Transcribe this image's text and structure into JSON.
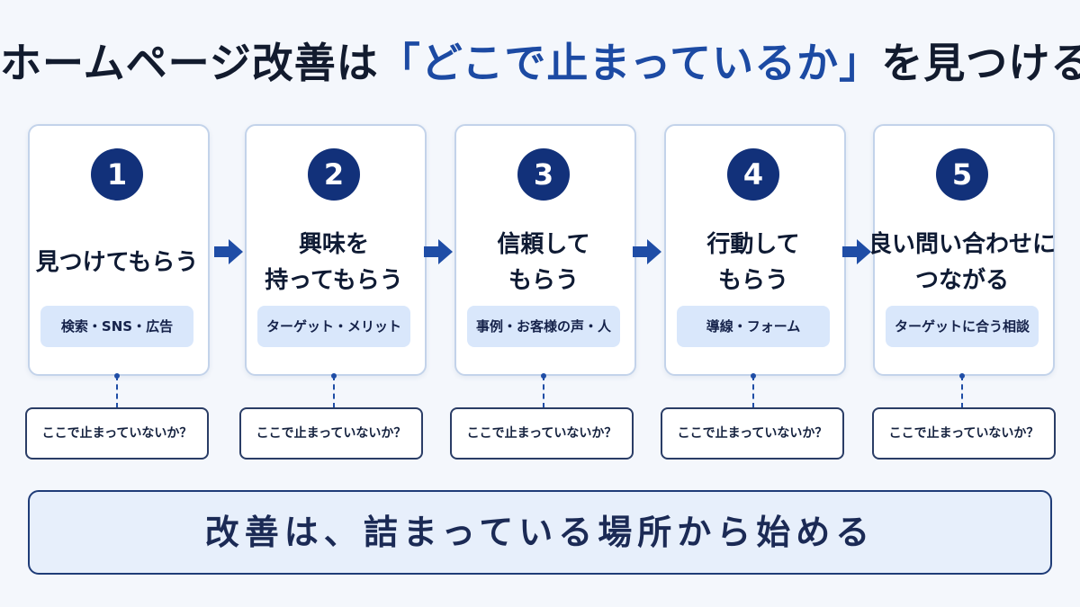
{
  "title": {
    "prefix": "ホームページ改善は",
    "highlight": "「どこで止まっているか」",
    "suffix": "を見つける"
  },
  "steps": [
    {
      "number": "1",
      "title_lines": [
        "見つけてもらう"
      ],
      "tag": "検索・SNS・広告",
      "question": "ここで止まっていないか？"
    },
    {
      "number": "2",
      "title_lines": [
        "興味を",
        "持ってもらう"
      ],
      "tag": "ターゲット・メリット",
      "question": "ここで止まっていないか？"
    },
    {
      "number": "3",
      "title_lines": [
        "信頼して",
        "もらう"
      ],
      "tag": "事例・お客様の声・人",
      "question": "ここで止まっていないか？"
    },
    {
      "number": "4",
      "title_lines": [
        "行動して",
        "もらう"
      ],
      "tag": "導線・フォーム",
      "question": "ここで止まっていないか？"
    },
    {
      "number": "5",
      "title_lines": [
        "良い問い合わせに",
        "つながる"
      ],
      "tag": "ターゲットに合う相談",
      "question": "ここで止まっていないか？"
    }
  ],
  "footer": "改善は、詰まっている場所から始める",
  "colors": {
    "accent": "#1c4aa3",
    "number_circle": "#12317a",
    "tag_background": "#d9e7fb",
    "footer_background": "#e7effb",
    "footer_border": "#1f3c78"
  },
  "icons": {
    "step_arrow": "arrow-right-icon",
    "connector": "dashed-connector"
  }
}
